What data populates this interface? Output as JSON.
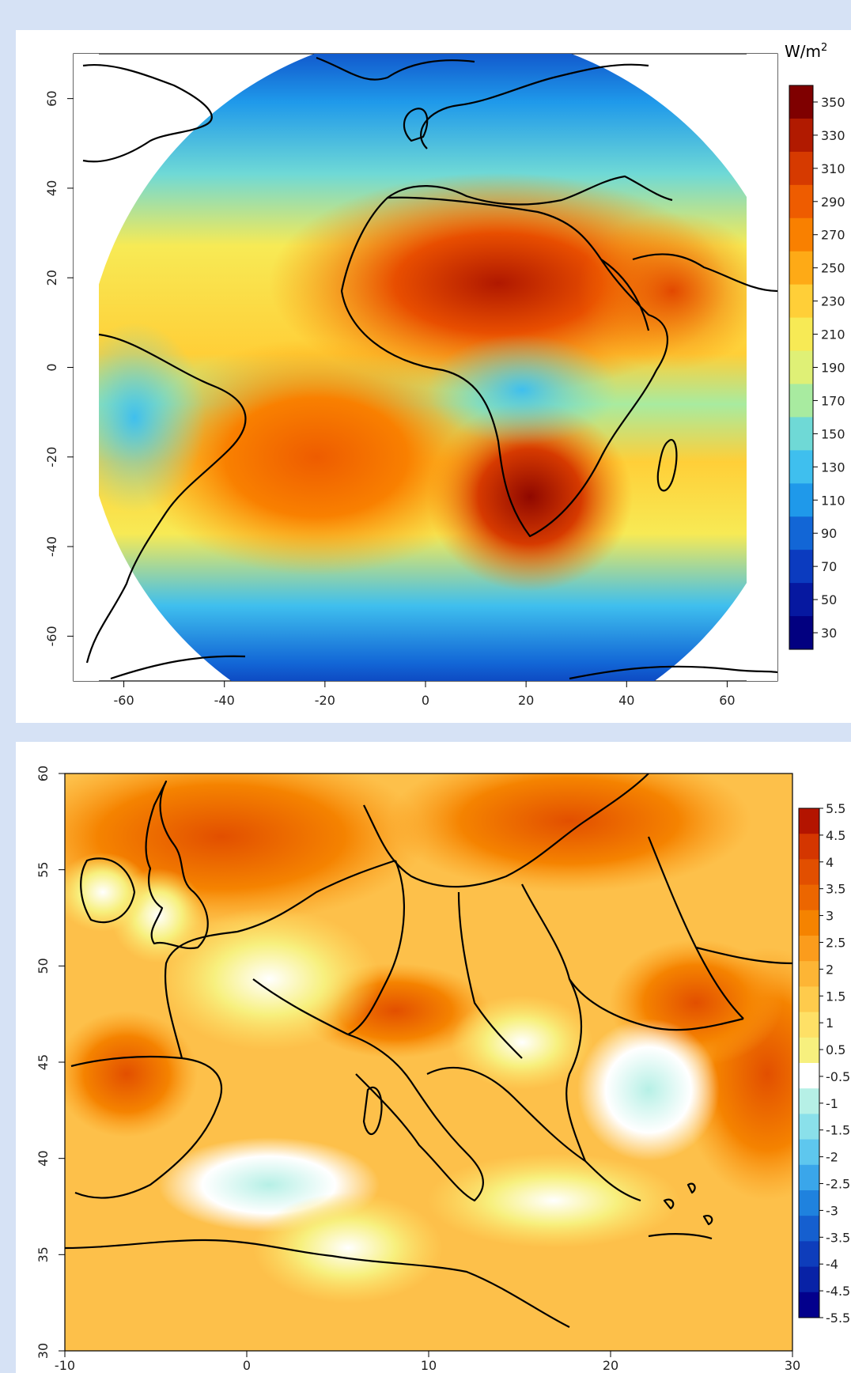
{
  "chart_data": [
    {
      "type": "heatmap",
      "title": "",
      "xlabel": "",
      "ylabel": "",
      "xlim": [
        -70,
        70
      ],
      "ylim": [
        -70,
        70
      ],
      "x_ticks": [
        -60,
        -40,
        -20,
        0,
        20,
        40,
        60
      ],
      "y_ticks": [
        60,
        40,
        20,
        0,
        -20,
        -40,
        -60
      ],
      "colorbar": {
        "unit": "W/m",
        "unit_superscript": "2",
        "labels": [
          "350",
          "330",
          "310",
          "290",
          "270",
          "250",
          "230",
          "210",
          "190",
          "170",
          "150",
          "130",
          "110",
          "90",
          "70",
          "50",
          "30"
        ],
        "colors": [
          "#7f0000",
          "#b11a00",
          "#d63a00",
          "#ee5c00",
          "#f98000",
          "#feaa16",
          "#ffcf38",
          "#f7ea55",
          "#dff076",
          "#a8eba0",
          "#6fd9d6",
          "#3fbfee",
          "#1f99ea",
          "#1266d6",
          "#0b3bbf",
          "#0618a0",
          "#020080"
        ]
      }
    },
    {
      "type": "heatmap",
      "title": "",
      "xlabel": "",
      "ylabel": "",
      "xlim": [
        -10,
        30
      ],
      "ylim": [
        30,
        60
      ],
      "x_ticks": [
        -10,
        0,
        10,
        20,
        30
      ],
      "x_tick_labels": [
        "-10",
        "0",
        "10",
        "20",
        "30"
      ],
      "y_ticks": [
        60,
        55,
        50,
        45,
        40,
        35,
        30
      ],
      "colorbar": {
        "unit": "",
        "labels": [
          "5.5",
          "4.5",
          "4",
          "3.5",
          "3",
          "2.5",
          "2",
          "1.5",
          "1",
          "0.5",
          "-0.5",
          "-1",
          "-1.5",
          "-2",
          "-2.5",
          "-3",
          "-3.5",
          "-4",
          "-4.5",
          "-5.5"
        ],
        "colors": [
          "#b31400",
          "#d43600",
          "#e24f00",
          "#ec6600",
          "#f58300",
          "#fb9c1c",
          "#fdb535",
          "#fecb4c",
          "#fee066",
          "#f7f07e",
          "#ffffff",
          "#b6f0e6",
          "#8ae0ea",
          "#5ec7ee",
          "#3aa6ea",
          "#1f82de",
          "#155fcf",
          "#0e3dbb",
          "#0822a6",
          "#03008c"
        ]
      }
    }
  ]
}
